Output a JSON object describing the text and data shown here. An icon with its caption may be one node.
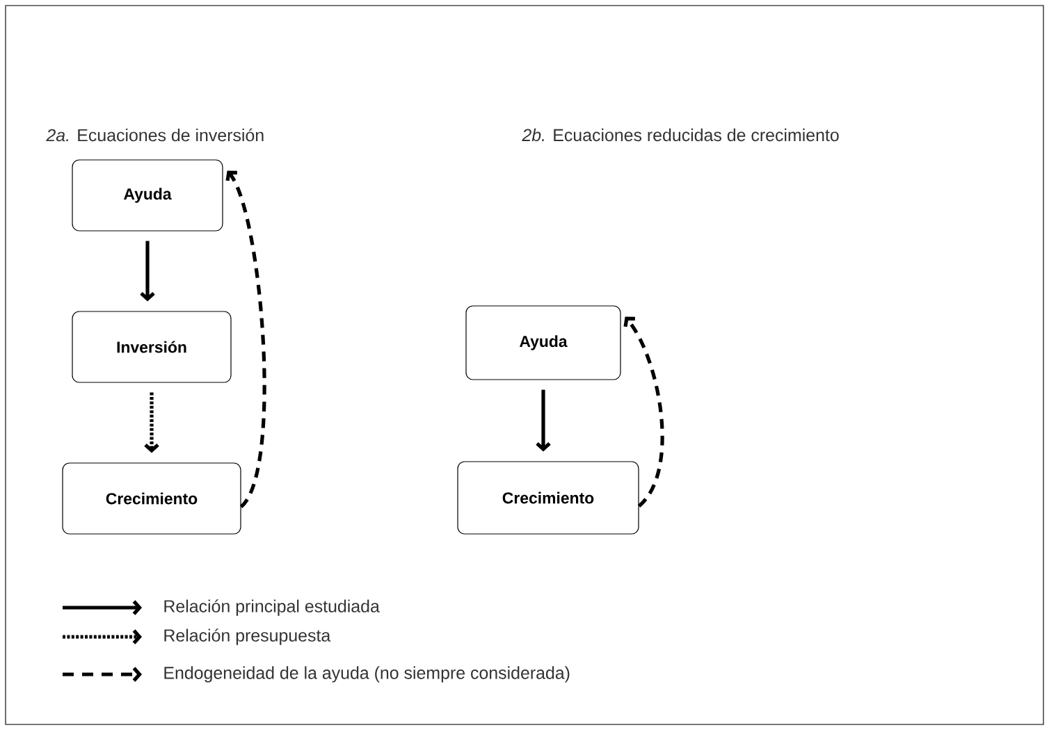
{
  "diagram": {
    "nodes": [
      {
        "text": [
          "Ayuda"
        ]
      },
      {
        "text": [
          "Inversión"
        ]
      },
      {
        "text": [
          "Crecimiento"
        ]
      },
      {
        "text": [
          "Ayuda"
        ]
      },
      {
        "text": [
          "Crecimiento"
        ]
      }
    ],
    "edges": [
      {
        "from": 0,
        "to": 1,
        "arrow": "to"
      },
      {
        "from": 1,
        "to": 2,
        "arrow": "to",
        "style": "dashed"
      },
      {
        "from": 2,
        "to": 0,
        "arrow": "to",
        "style": "dashed"
      },
      {
        "from": 3,
        "to": 4,
        "arrow": "to"
      },
      {
        "from": 4,
        "to": 3,
        "arrow": "to",
        "style": "dashed"
      }
    ],
    "labels": [
      "*2a.* Ecuaciones de inversión",
      "*2b.* Ecuaciones reducidas de crecimiento"
    ],
    "legend": [
      {
        "text": "Relación principal estudiada"
      },
      {
        "text": "Relación presupuesta"
      },
      {
        "text": "Endogeneidad de la ayuda (no siempre considerada)"
      }
    ]
  }
}
